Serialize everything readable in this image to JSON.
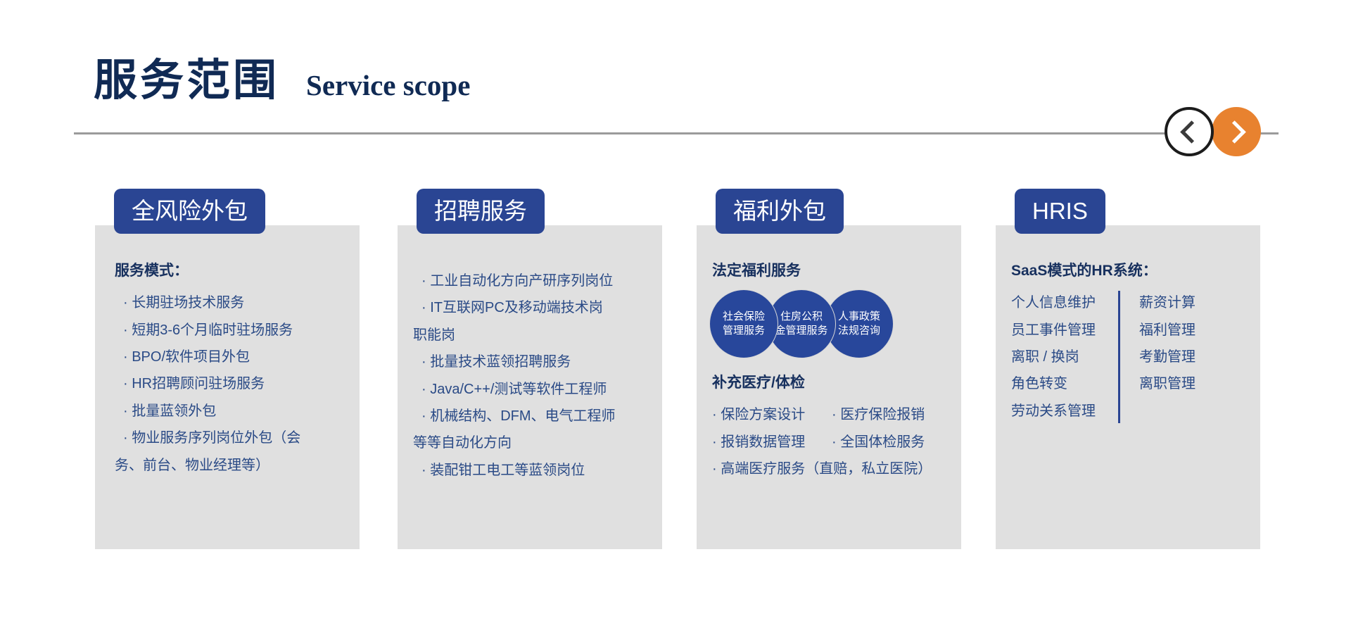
{
  "header": {
    "title_cn": "服务范围",
    "title_en": "Service scope",
    "nav": {
      "prev_icon": "chevron-left-icon",
      "next_icon": "chevron-right-icon"
    }
  },
  "colors": {
    "brand_navy": "#2a4593",
    "title_navy": "#102a54",
    "circle_blue": "#28479b",
    "accent_orange": "#e8822f",
    "card_gray": "#e0e0e0",
    "rule_gray": "#9b9b9b",
    "body_text": "#2a4a86"
  },
  "cards": [
    {
      "badge": "全风险外包",
      "section_title": "服务模式：",
      "items": [
        "· 长期驻场技术服务",
        "· 短期3-6个月临时驻场服务",
        "· BPO/软件项目外包",
        "· HR招聘顾问驻场服务",
        "· 批量蓝领外包"
      ],
      "wrap_item_line1": "· 物业服务序列岗位外包（会",
      "wrap_item_line2": "务、前台、物业经理等）"
    },
    {
      "badge": "招聘服务",
      "items_a": [
        "· 工业自动化方向产研序列岗位",
        "· IT互联网PC及移动端技术岗"
      ],
      "wrap_a_line2": "职能岗",
      "items_b": [
        "· 批量技术蓝领招聘服务",
        "· Java/C++/测试等软件工程师",
        "· 机械结构、DFM、电气工程师"
      ],
      "wrap_b_line2": "等等自动化方向",
      "items_c": [
        "· 装配钳工电工等蓝领岗位"
      ]
    },
    {
      "badge": "福利外包",
      "section_title_1": "法定福利服务",
      "circles": [
        {
          "line1": "社会保险",
          "line2": "管理服务"
        },
        {
          "line1": "住房公积",
          "line2": "金管理服务"
        },
        {
          "line1": "人事政策",
          "line2": "法规咨询"
        }
      ],
      "section_title_2": "补充医疗/体检",
      "grid_items": [
        "· 保险方案设计",
        "· 医疗保险报销",
        "· 报销数据管理",
        "· 全国体检服务"
      ],
      "full_item": "· 高端医疗服务（直赔，私立医院）"
    },
    {
      "badge": "HRIS",
      "section_title": "SaaS模式的HR系统：",
      "col_left": [
        "个人信息维护",
        "员工事件管理",
        "离职 / 换岗",
        "角色转变",
        "劳动关系管理"
      ],
      "col_right": [
        "薪资计算",
        "福利管理",
        "考勤管理",
        "离职管理"
      ]
    }
  ]
}
